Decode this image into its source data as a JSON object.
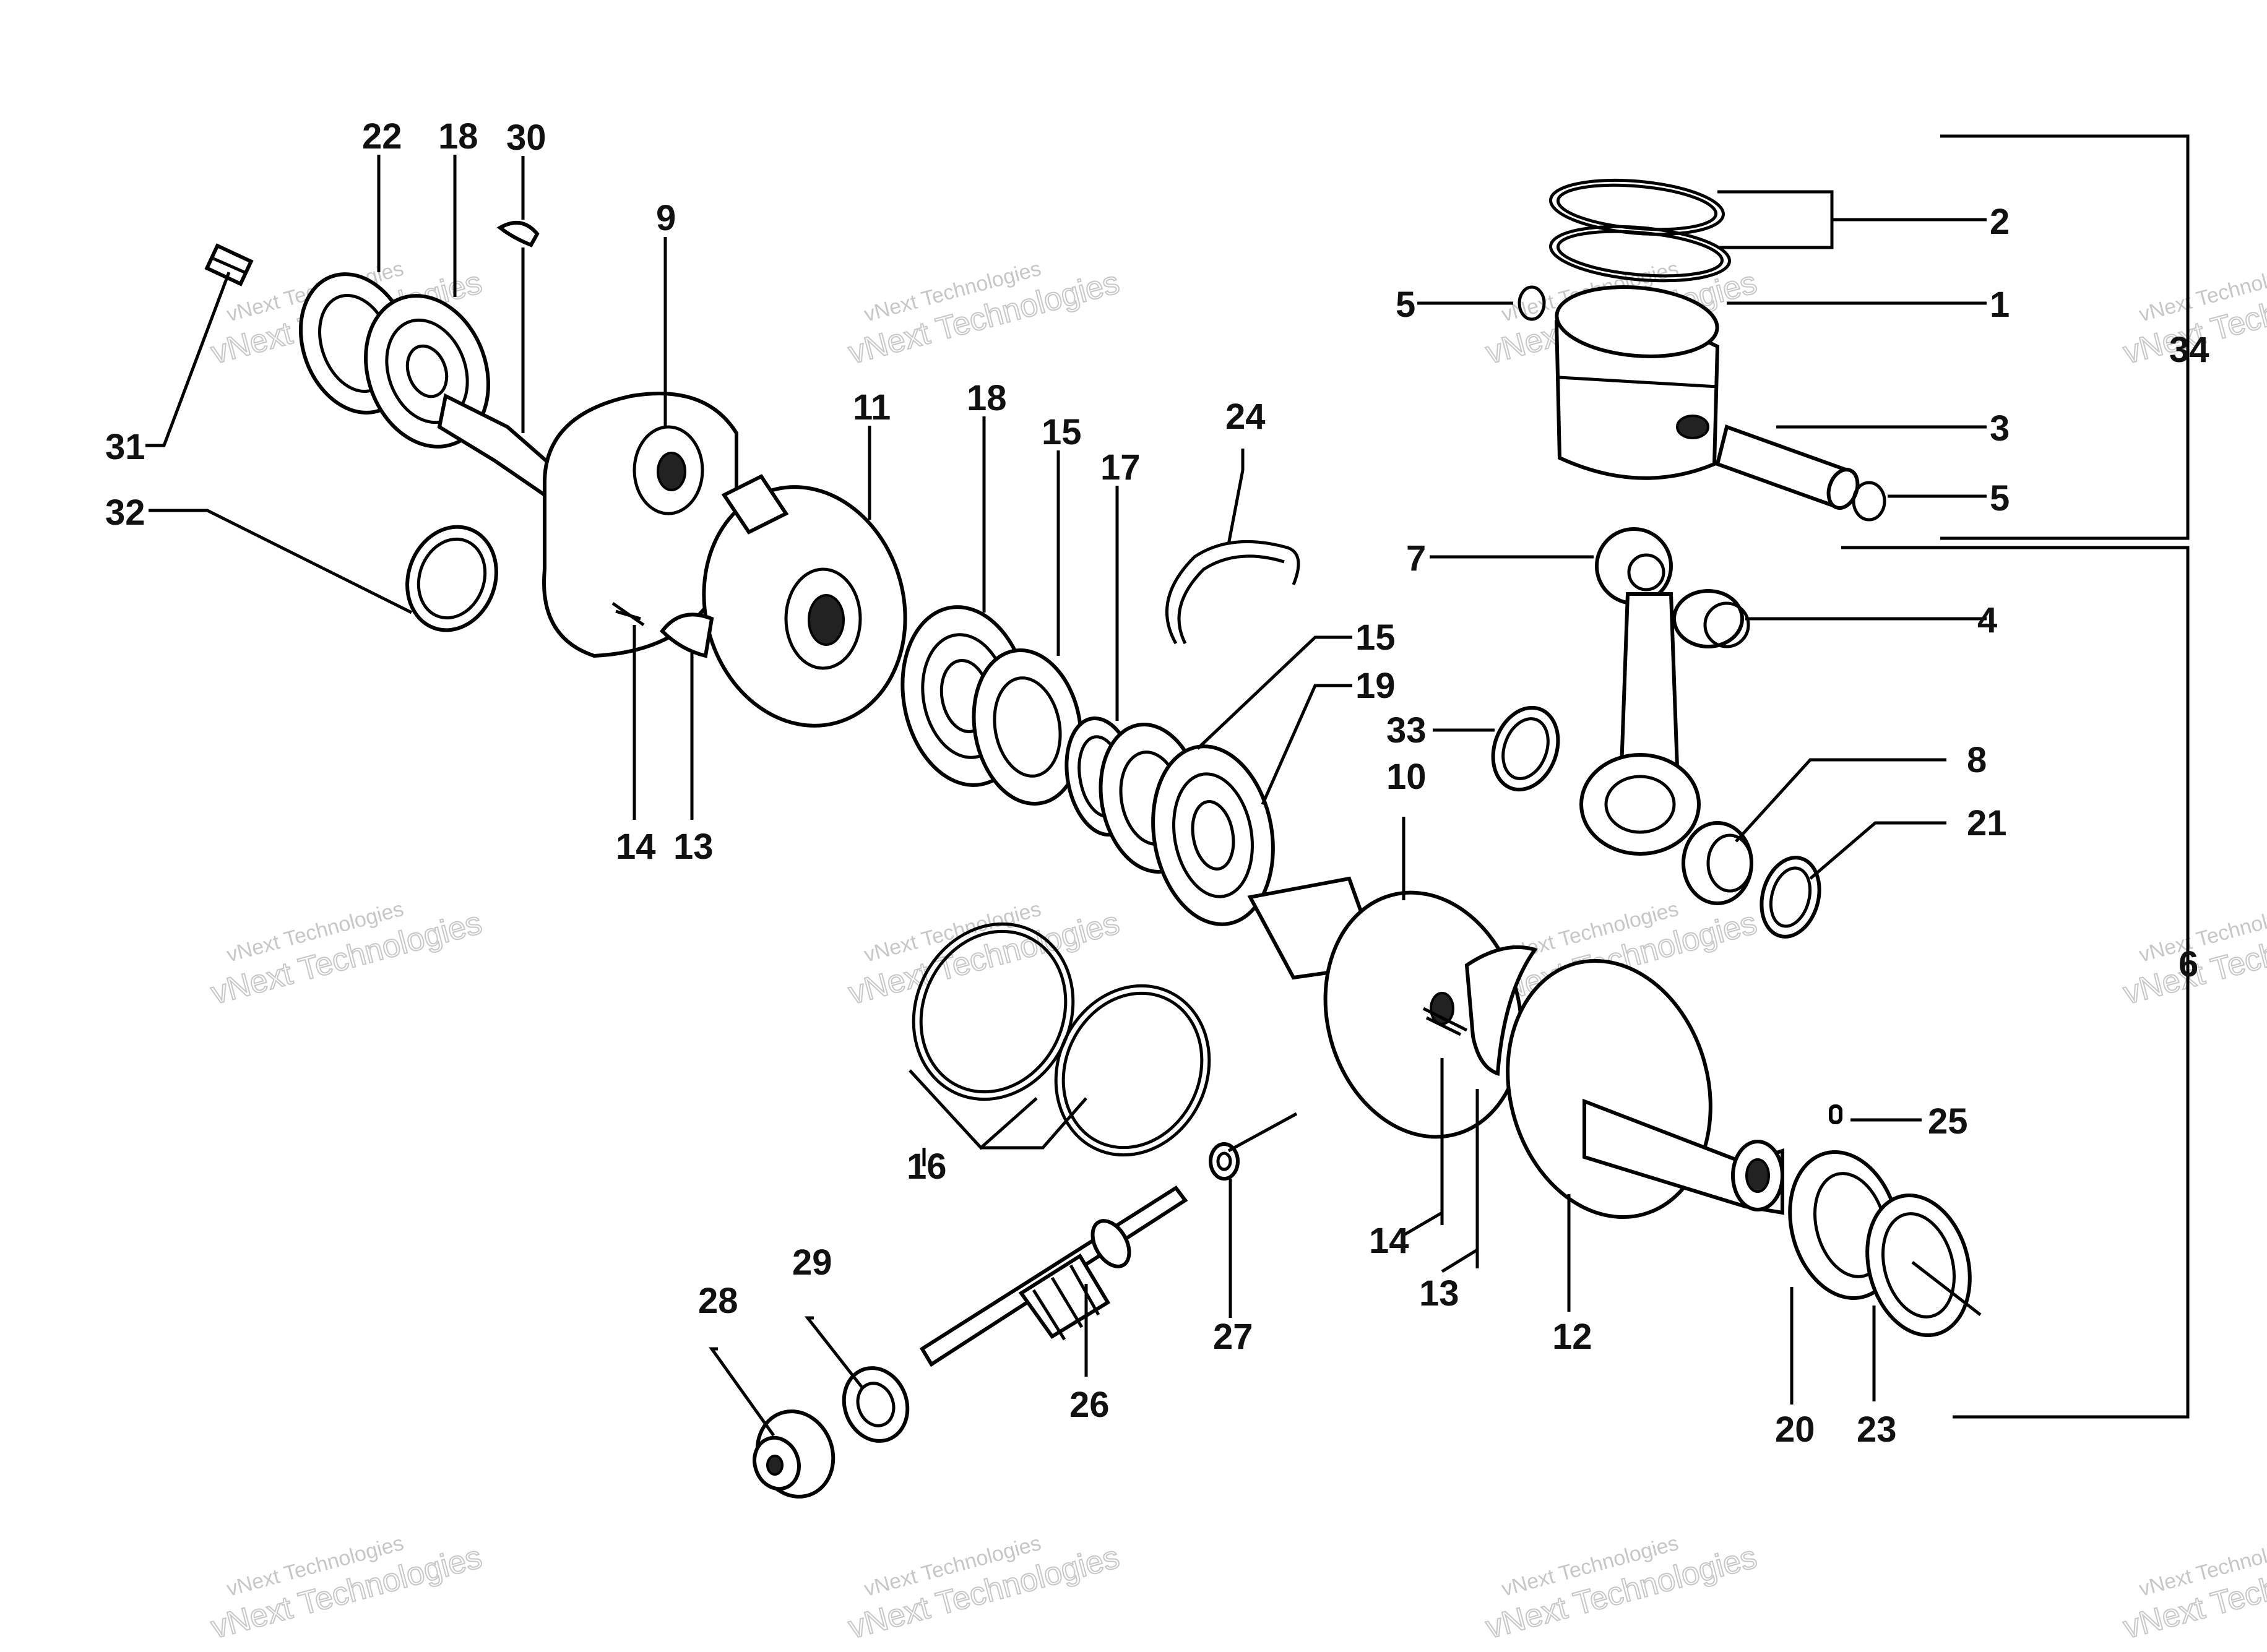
{
  "labels": {
    "l1": "1",
    "l2": "2",
    "l3": "3",
    "l4": "4",
    "l5a": "5",
    "l5b": "5",
    "l6": "6",
    "l7": "7",
    "l8": "8",
    "l9": "9",
    "l10": "10",
    "l11": "11",
    "l12": "12",
    "l13a": "13",
    "l13b": "13",
    "l14a": "14",
    "l14b": "14",
    "l15a": "15",
    "l15b": "15",
    "l16": "16",
    "l17": "17",
    "l18a": "18",
    "l18b": "18",
    "l19": "19",
    "l20": "20",
    "l21": "21",
    "l22": "22",
    "l23": "23",
    "l24": "24",
    "l25": "25",
    "l26": "26",
    "l27": "27",
    "l28": "28",
    "l29": "29",
    "l30": "30",
    "l31": "31",
    "l32": "32",
    "l33": "33",
    "l34": "34"
  },
  "watermark": {
    "line1": "vNext Technologies",
    "line2": "vNext Technologies"
  }
}
